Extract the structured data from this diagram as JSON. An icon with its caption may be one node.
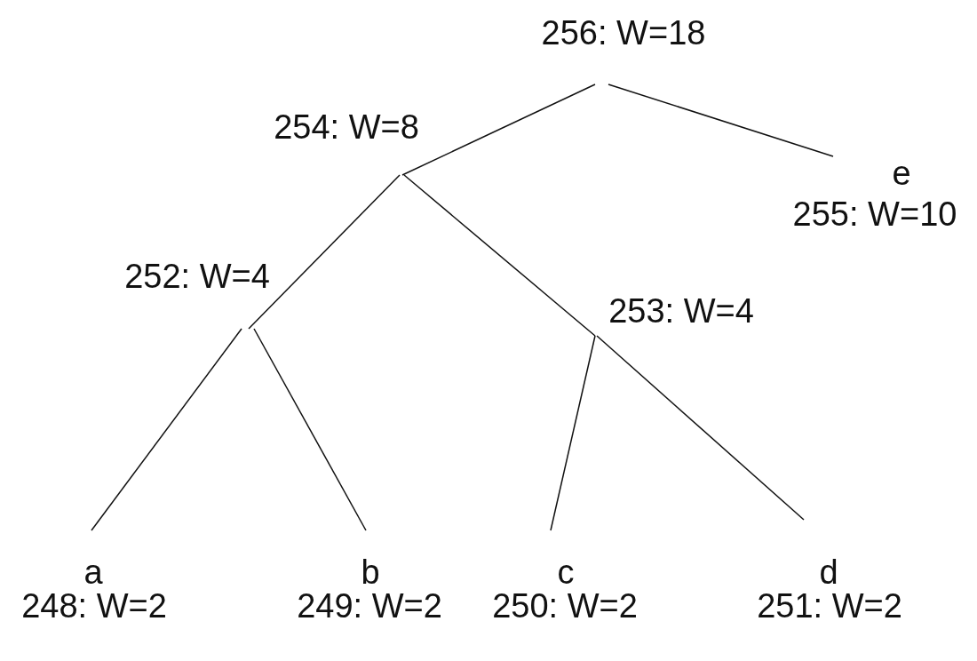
{
  "diagram": {
    "nodes": [
      {
        "text": [
          "256: W=18"
        ]
      },
      {
        "text": [
          "254: W=8"
        ]
      },
      {
        "text": [
          "e",
          "255: W=10"
        ]
      },
      {
        "text": [
          "252: W=4"
        ]
      },
      {
        "text": [
          "253: W=4"
        ]
      },
      {
        "text": [
          "a",
          "248: W=2"
        ]
      },
      {
        "text": [
          "b",
          "249: W=2"
        ]
      },
      {
        "text": [
          "c",
          "250: W=2"
        ]
      },
      {
        "text": [
          "d",
          "251: W=2"
        ]
      }
    ],
    "edges": [
      {
        "from": 0,
        "to": 1,
        "arrow": "none"
      },
      {
        "from": 0,
        "to": 2,
        "arrow": "none"
      },
      {
        "from": 1,
        "to": 3,
        "arrow": "none"
      },
      {
        "from": 1,
        "to": 4,
        "arrow": "none"
      },
      {
        "from": 3,
        "to": 5,
        "arrow": "none"
      },
      {
        "from": 3,
        "to": 6,
        "arrow": "none"
      },
      {
        "from": 4,
        "to": 7,
        "arrow": "none"
      },
      {
        "from": 4,
        "to": 8,
        "arrow": "none"
      }
    ]
  }
}
